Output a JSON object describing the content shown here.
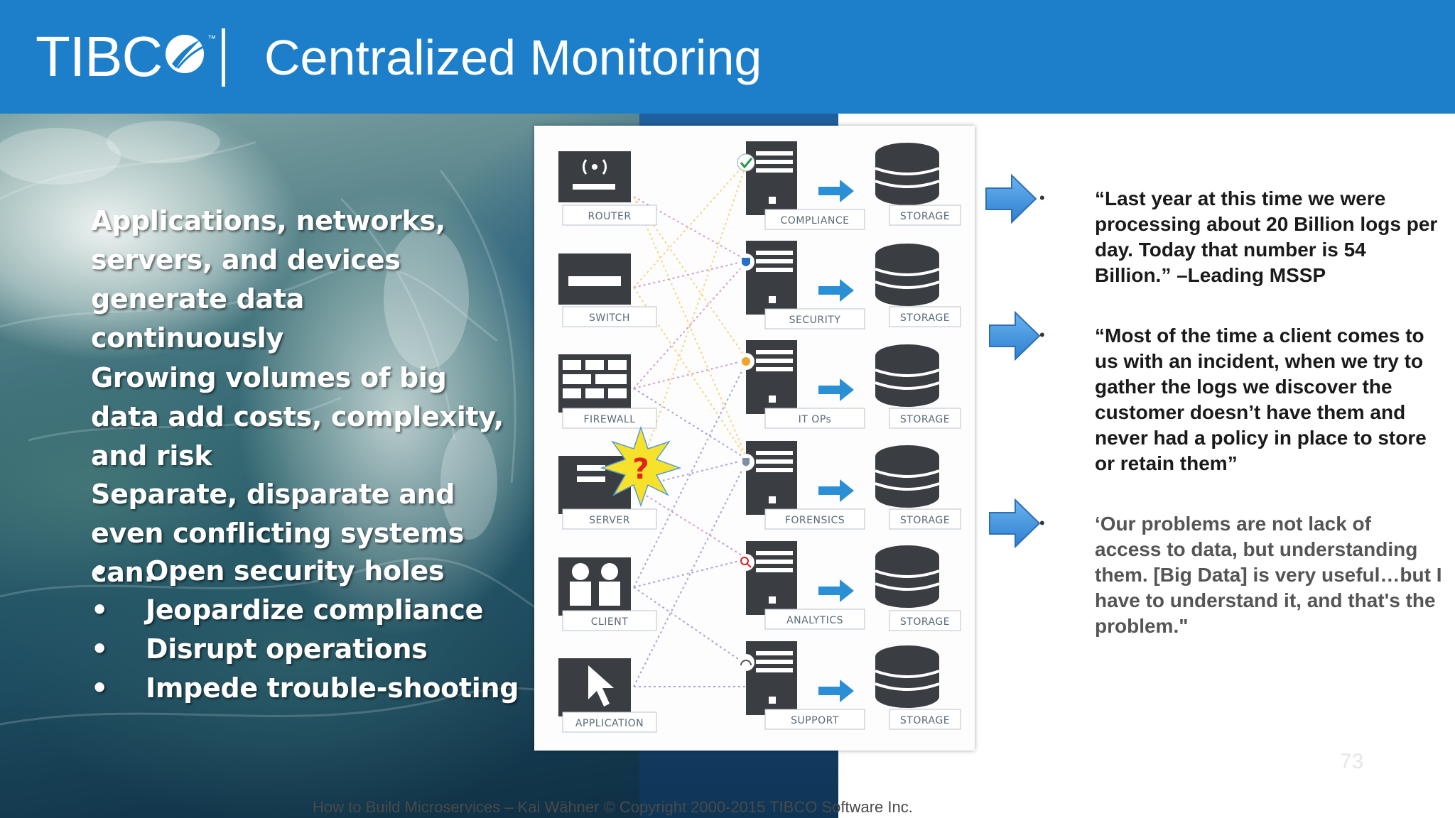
{
  "header": {
    "logo_text": "TIBC",
    "logo_tm": "™",
    "title": "Centralized Monitoring"
  },
  "left": {
    "para1": "Applications, networks, servers, and devices generate data continuously",
    "para2": "Growing volumes of big data add costs, complexity, and risk",
    "para3": "Separate, disparate and even conflicting systems can:",
    "bullets": [
      "Open security holes",
      "Jeopardize compliance",
      "Disrupt operations",
      "Impede trouble-shooting"
    ]
  },
  "diagram": {
    "sources": [
      "ROUTER",
      "SWITCH",
      "FIREWALL",
      "SERVER",
      "CLIENT",
      "APPLICATION"
    ],
    "consumers": [
      "COMPLIANCE",
      "SECURITY",
      "IT OPs",
      "FORENSICS",
      "ANALYTICS",
      "SUPPORT"
    ],
    "storage": [
      "STORAGE",
      "STORAGE",
      "STORAGE",
      "STORAGE",
      "STORAGE",
      "STORAGE"
    ],
    "question_mark": "?",
    "colors": {
      "arrow": "#2b8fd6",
      "icon": "#3a3d42",
      "burst": "#f6e22a",
      "question": "#e0241b"
    }
  },
  "quotes": {
    "bullet_char": "•",
    "q1": "“Last year at this time we were processing about 20 Billion logs per day. Today that number is 54 Billion.” –Leading MSSP",
    "q2": "“Most of the time a client comes to us with an incident, when we try to gather the logs we discover the customer doesn’t have them and never had a policy in place to store or retain them”",
    "q3": "‘Our problems are not lack of access to data, but understanding them. [Big Data] is very useful…but I have to understand it, and that's the problem.\""
  },
  "footer": {
    "page_number": "73",
    "text": "How to Build Microservices – Kai Wähner    © Copyright 2000-2015 TIBCO Software Inc."
  },
  "colors": {
    "header_blue": "#1d7fc9",
    "arrow_blue": "#3a8fd9"
  }
}
